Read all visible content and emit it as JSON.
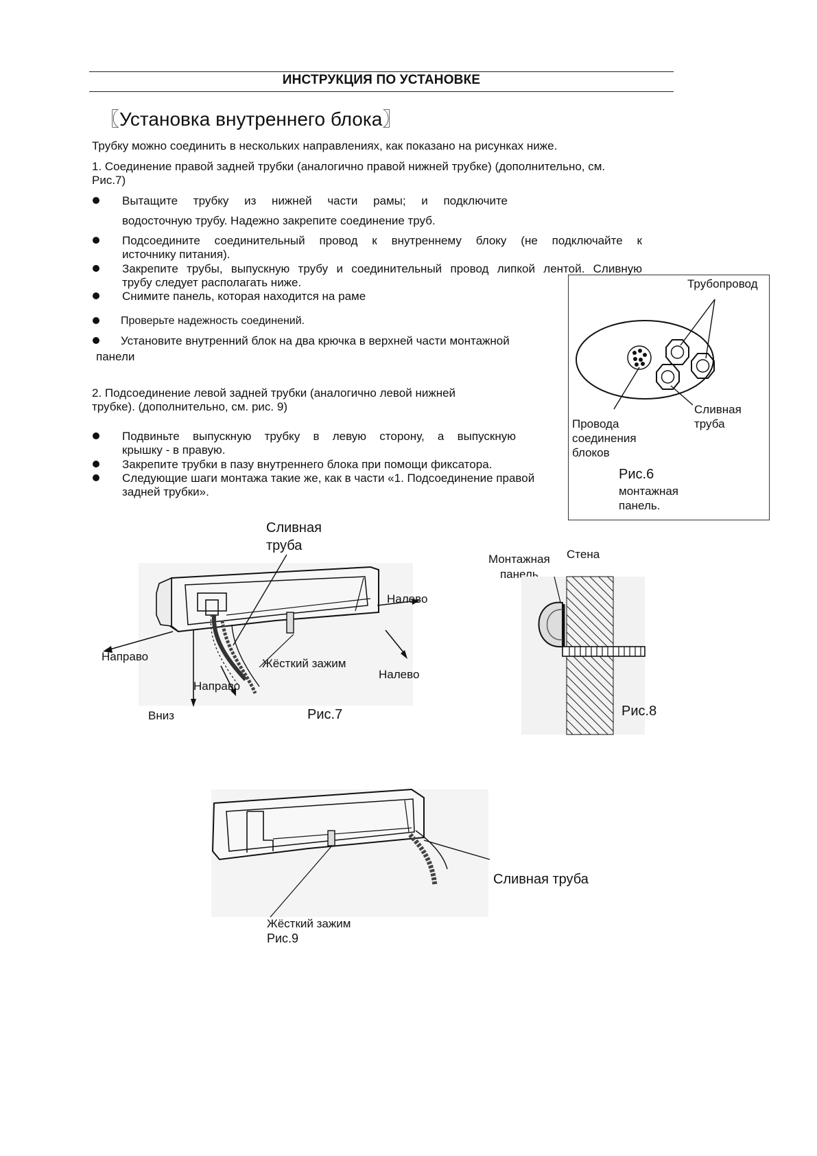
{
  "header": {
    "title": "ИНСТРУКЦИЯ ПО УСТАНОВКЕ"
  },
  "section": {
    "title": "〖Установка внутреннего блока〗"
  },
  "intro": "Трубку можно соединить в нескольких направлениях, как показано на рисунках ниже.",
  "part1": {
    "heading_line1": "1. Соединение правой задней трубки (аналогично правой нижней трубке) (дополнительно, см.",
    "heading_line2": "Рис.7)",
    "bullets": [
      {
        "line1": "Вытащите трубку из нижней части рамы; и подключите",
        "line2": "водосточную трубу. Надежно закрепите соединение труб."
      },
      {
        "line1": "Подсоедините соединительный провод к внутреннему блоку (не подключайте к",
        "line2": "источнику питания)."
      },
      {
        "line1": "Закрепите трубы, выпускную трубу и соединительный провод липкой лентой. Сливную",
        "line2": "трубу следует располагать ниже."
      },
      {
        "line1": "Снимите панель, которая находится на раме"
      },
      {
        "line1": "Проверьте надежность соединений."
      },
      {
        "line1": "Установите внутренний блок на два крючка в верхней части монтажной",
        "line2": "панели"
      }
    ]
  },
  "part2": {
    "heading_line1": "2. Подсоединение левой задней трубки (аналогично левой нижней",
    "heading_line2": "трубке). (дополнительно, см. рис. 9)",
    "bullets": [
      {
        "line1": "Подвиньте выпускную трубку в левую сторону, а выпускную",
        "line2": "крышку - в правую."
      },
      {
        "line1": "Закрепите трубки в пазу внутреннего блока при помощи фиксатора."
      },
      {
        "line1": "Следующие шаги монтажа такие же, как в части «1. Подсоединение правой",
        "line2": "задней трубки»."
      }
    ]
  },
  "fig6": {
    "pipeline": "Трубопровод",
    "drain_line1": "Сливная",
    "drain_line2": "труба",
    "wires_line1": "Провода",
    "wires_line2": "соединения",
    "wires_line3": "блоков",
    "caption": "Рис.6",
    "sub_line1": "монтажная",
    "sub_line2": "панель."
  },
  "fig7": {
    "drain_line1": "Сливная",
    "drain_line2": "труба",
    "left_top": "Налево",
    "left_bottom": "Налево",
    "right_outer": "Направо",
    "right_inner": "Направо",
    "clamp": "Жёсткий зажим",
    "down": "Вниз",
    "caption": "Рис.7"
  },
  "fig8": {
    "panel_line1": "Монтажная",
    "panel_line2": "панель",
    "wall": "Стена",
    "caption": "Рис.8"
  },
  "fig9": {
    "drain": "Сливная труба",
    "clamp": "Жёсткий зажим",
    "caption": "Рис.9"
  }
}
